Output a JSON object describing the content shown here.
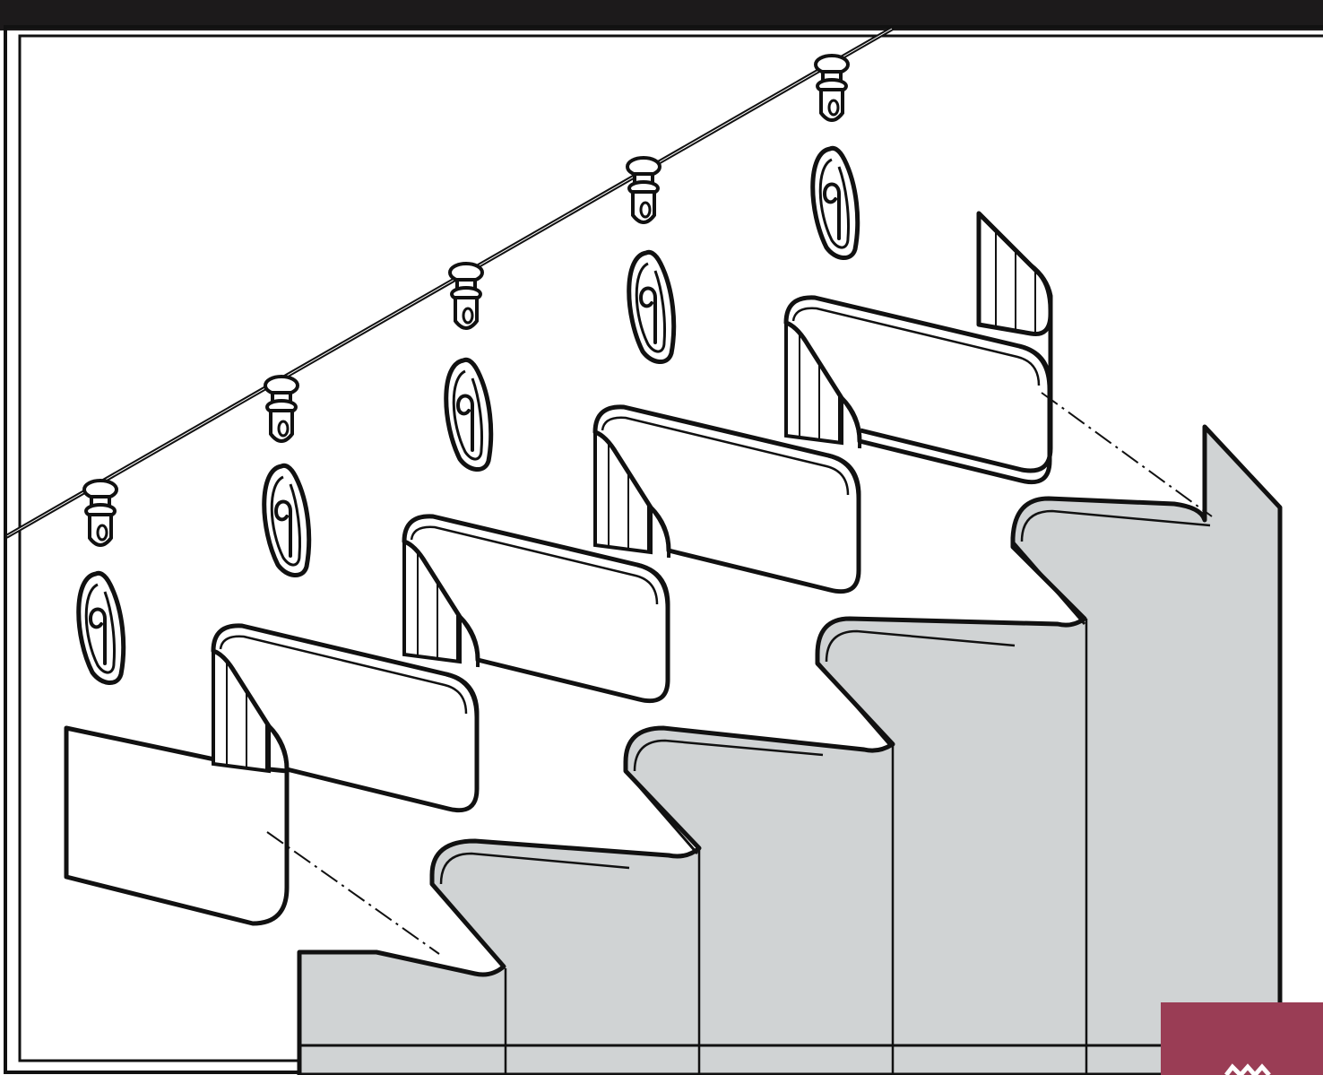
{
  "diagram": {
    "kind": "curtain-wave-fold-assembly",
    "colors": {
      "line": "#111111",
      "heading_tape": "#ffffff",
      "curtain_fabric": "#d0d3d4",
      "banner_bar": "#1c1a1b",
      "corner_badge": "#9a3d55"
    },
    "counts": {
      "runners": 5,
      "hooks": 5,
      "tape_folds": 4,
      "fabric_panels": 5
    },
    "icons": [
      "glider-runner-icon",
      "curtain-hook-icon"
    ],
    "guide_lines": 2
  }
}
